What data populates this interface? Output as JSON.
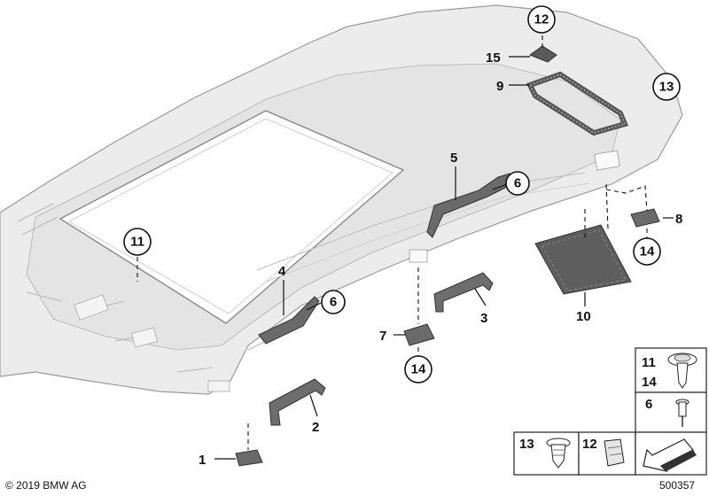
{
  "callouts": [
    {
      "id": "1",
      "circled": false
    },
    {
      "id": "2",
      "circled": false
    },
    {
      "id": "3",
      "circled": false
    },
    {
      "id": "4",
      "circled": false
    },
    {
      "id": "5",
      "circled": false
    },
    {
      "id": "6",
      "circled": true
    },
    {
      "id": "6",
      "circled": true
    },
    {
      "id": "7",
      "circled": false
    },
    {
      "id": "8",
      "circled": false
    },
    {
      "id": "9",
      "circled": false
    },
    {
      "id": "10",
      "circled": false
    },
    {
      "id": "11",
      "circled": true
    },
    {
      "id": "12",
      "circled": true
    },
    {
      "id": "13",
      "circled": true
    },
    {
      "id": "14",
      "circled": true
    },
    {
      "id": "14",
      "circled": true
    },
    {
      "id": "15",
      "circled": false
    }
  ],
  "legend": {
    "fastener_top": [
      "11",
      "14"
    ],
    "fastener_rivet": "6",
    "clip_13": "13",
    "clip_12": "12"
  },
  "footer": {
    "copyright": "© 2019 BMW AG",
    "doc_number": "500357"
  },
  "colors": {
    "headliner_fill": "#ececec",
    "headliner_edge": "#9a9a9a",
    "part_dark": "#5a5a5a",
    "line": "#111111"
  }
}
